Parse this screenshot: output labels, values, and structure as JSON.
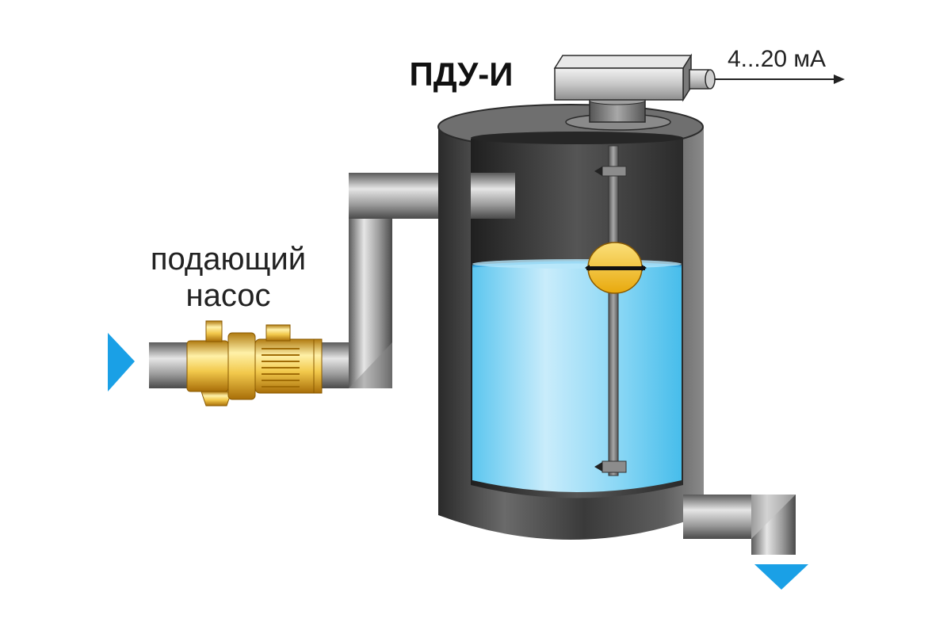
{
  "title": "ПДУ-И",
  "signal_label": "4...20 мА",
  "pump_label": {
    "line1": "подающий",
    "line2": "насос"
  },
  "colors": {
    "water": "#7fd3f3",
    "water_surface": "#3aa8e0",
    "tank_dark": "#3a3a3a",
    "pipe_grey": "#9a9a9a",
    "float_yellow": "#f6c023",
    "pump_yellow": "#f2c94c",
    "flow_arrow_blue": "#1aa0e6"
  },
  "icons": {
    "inlet": "triangle-right-flow-icon",
    "outlet": "triangle-down-flow-icon",
    "signal": "arrow-right-icon"
  }
}
